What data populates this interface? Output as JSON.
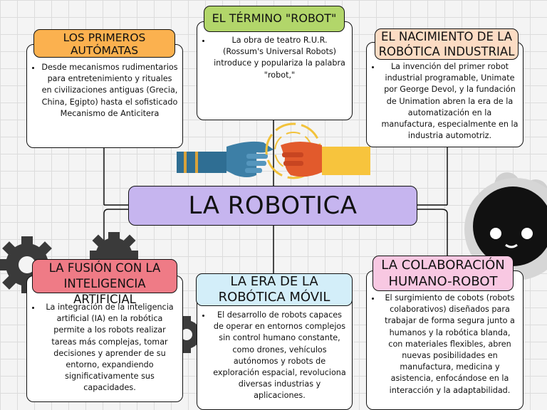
{
  "title": "LA ROBOTICA",
  "colors": {
    "title_bg": "#c6b5ef",
    "tag_orange": "#fbb14f",
    "tag_green": "#b2d66a",
    "tag_peach": "#fcdcc4",
    "tag_red": "#ef7b86",
    "tag_blue": "#d3eef9",
    "tag_pink": "#f8c8e2"
  },
  "nodes": {
    "automatas": {
      "heading": "LOS PRIMEROS AUTÓMATAS",
      "text": "Desde mecanismos rudimentarios para entretenimiento y rituales en civilizaciones antiguas (Grecia, China, Egipto) hasta el sofisticado Mecanismo de Anticitera"
    },
    "termino": {
      "heading": "EL TÉRMINO \"ROBOT\"",
      "text": "La obra de teatro R.U.R. (Rossum's Universal Robots) introduce y populariza la palabra \"robot,\""
    },
    "industrial": {
      "heading": "EL NACIMIENTO DE LA ROBÓTICA INDUSTRIAL",
      "text": "La invención del primer robot industrial programable, Unimate por George Devol, y la fundación de Unimation abren la era de la automatización en la manufactura, especialmente en la industria automotriz."
    },
    "ia": {
      "heading": "LA FUSIÓN CON LA INTELIGENCIA ARTIFICIAL",
      "text": "La integración de la inteligencia artificial (IA) en la robótica permite a los robots realizar tareas más complejas, tomar decisiones y aprender de su entorno, expandiendo significativamente sus capacidades."
    },
    "movil": {
      "heading": "LA ERA DE LA ROBÓTICA MÓVIL",
      "text": "El desarrollo de robots capaces de operar en entornos complejos sin control humano constante, como drones, vehículos autónomos y robots de exploración espacial, revoluciona diversas industrias y aplicaciones."
    },
    "colaboracion": {
      "heading": "LA COLABORACIÓN HUMANO-ROBOT",
      "text": "El surgimiento de cobots (robots colaborativos) diseñados para trabajar de forma segura junto a humanos y la robótica blanda, con materiales flexibles, abren nuevas posibilidades en manufactura, medicina y asistencia, enfocándose en la interacción y la adaptabilidad."
    }
  },
  "decorations": [
    "gear-icon",
    "robot-hand-icon",
    "human-hand-icon",
    "robot-face-icon"
  ]
}
